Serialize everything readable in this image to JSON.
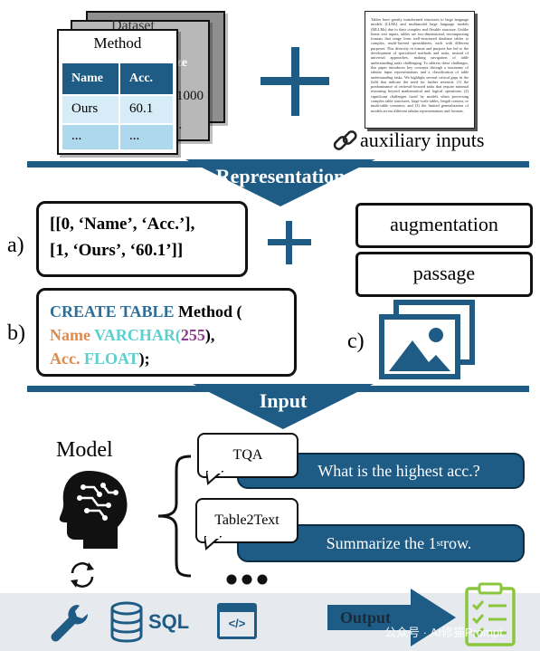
{
  "top": {
    "back_table": {
      "title": "Dataset",
      "col": "Size",
      "value": "1000",
      "more": "..."
    },
    "front_table": {
      "title": "Method",
      "headers": [
        "Name",
        "Acc."
      ],
      "rows": [
        [
          "Ours",
          "60.1"
        ],
        [
          "...",
          "..."
        ]
      ]
    },
    "aux_label": "auxiliary inputs",
    "paper_text": "Tables have greatly transformed structures to large language models (LLMs) and multimodal large language models (MLLMs) due to their complex and flexible structure. Unlike linear text inputs, tables are two-dimensional, encompassing formats that range from well-structured database tables to complex, multi-layered spreadsheets, each with different purposes. This diversity in format and purpose has led to the development of specialized methods and tasks, instead of universal approaches, making navigation of table understanding tasks challenging. To address these challenges, this paper introduces key concepts through a taxonomy of tabular input representations and a classification of table understanding tasks. We highlight several critical gaps in the field that indicate the need for further research: (1) the predominance of retrieval-focused tasks that require minimal reasoning beyond mathematical and logical operations; (2) significant challenges faced by models when processing complex table structures, large-scale tables, length context, or multi-table scenarios; and (3) the limited generalization of models across different tabular representations and formats."
  },
  "representation": {
    "title": "Representation",
    "a_tag": "a)",
    "a_lines": [
      "[[0, ‘Name’, ‘Acc.’],",
      "[1, ‘Ours’, ‘60.1’]]"
    ],
    "b_tag": "b)",
    "sql": {
      "kw_create": "CREATE TABLE",
      "tbl": "Method (",
      "col1": "Name",
      "type1": "VARCHAR(",
      "len": "255",
      "type1_end": "),",
      "col2": "Acc.",
      "type2": "FLOAT",
      "end": ");"
    },
    "c_tag": "c)",
    "augmentation": "augmentation",
    "passage": "passage"
  },
  "input": {
    "title": "Input",
    "model_label": "Model",
    "tasks": [
      {
        "tag": "TQA",
        "prompt": "What is the highest acc.?"
      },
      {
        "tag": "Table2Text",
        "prompt_main": "Summarize the 1",
        "prompt_sup": "st",
        "prompt_end": " row."
      }
    ]
  },
  "bottom": {
    "sql_text": "SQL",
    "code_text": "</>",
    "output_label": "Output",
    "watermark": "公众号 · AI修猫Prompt"
  },
  "colors": {
    "accent": "#1e5b85",
    "light_blue": "#d6ecf6",
    "mid_blue": "#aed8ee",
    "check_green": "#8cc63f"
  }
}
